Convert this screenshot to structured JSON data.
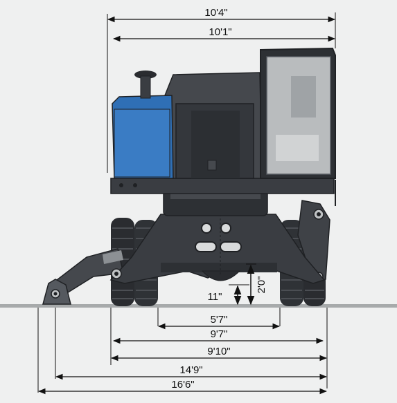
{
  "colors": {
    "background": "#eff0f0",
    "ground": "#a7aaab",
    "machine_dark": "#3a3d42",
    "machine_mid": "#55595f",
    "machine_edge": "#1f2124",
    "engine_blue": "#2f6fb5",
    "glass": "#b9bcbe",
    "dimension_line": "#111111"
  },
  "dimensions": {
    "overall_top_width": "10'4\"",
    "cab_body_width": "10'1\"",
    "ground_clearance": "11\"",
    "axle_height": "2'0\"",
    "track_inner": "5'7\"",
    "track_outer": "9'7\"",
    "wheel_outer_width": "9'10\"",
    "stabilizer_width": "14'9\"",
    "stabilizer_outer_width": "16'6\""
  }
}
